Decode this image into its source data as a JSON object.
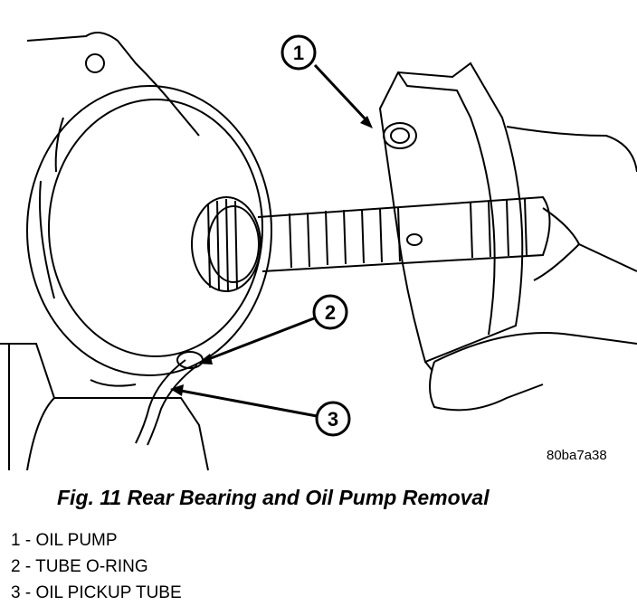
{
  "figure": {
    "image_code": "80ba7a38",
    "caption": "Fig. 11 Rear Bearing and Oil Pump Removal",
    "callouts": [
      {
        "number": "1",
        "text": "1 - OIL PUMP"
      },
      {
        "number": "2",
        "text": "2 - TUBE O-RING"
      },
      {
        "number": "3",
        "text": "3 - OIL PICKUP TUBE"
      }
    ]
  },
  "colors": {
    "line": "#000000",
    "background": "#ffffff"
  }
}
